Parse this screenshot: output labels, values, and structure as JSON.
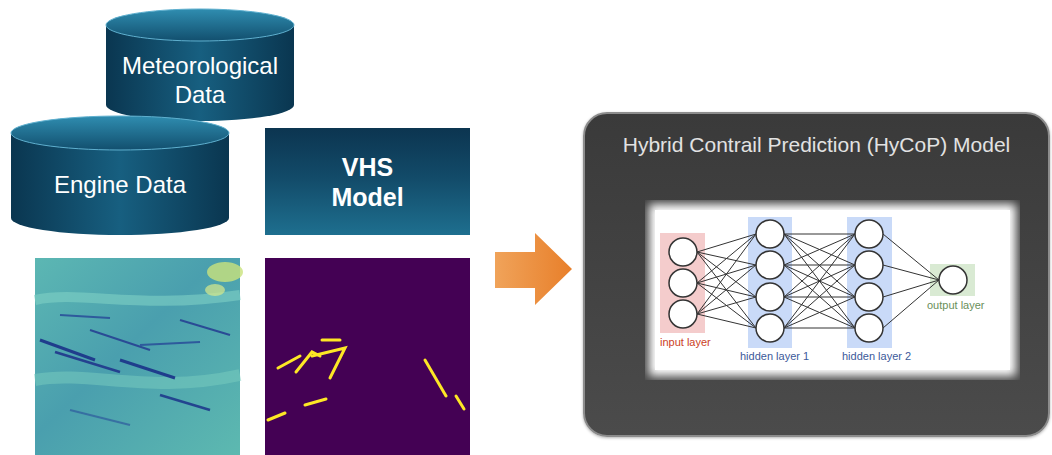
{
  "diagram": {
    "nodes": [
      {
        "text": [
          "Meteorological Data"
        ]
      },
      {
        "text": [
          "Engine Data"
        ]
      },
      {
        "text": [
          "VHS Model"
        ]
      },
      {
        "text": [
          "Hybrid Contrail Prediction (HyCoP) Model"
        ]
      }
    ],
    "labels": [
      "input layer",
      "hidden layer 1",
      "hidden layer 2",
      "output layer"
    ]
  }
}
